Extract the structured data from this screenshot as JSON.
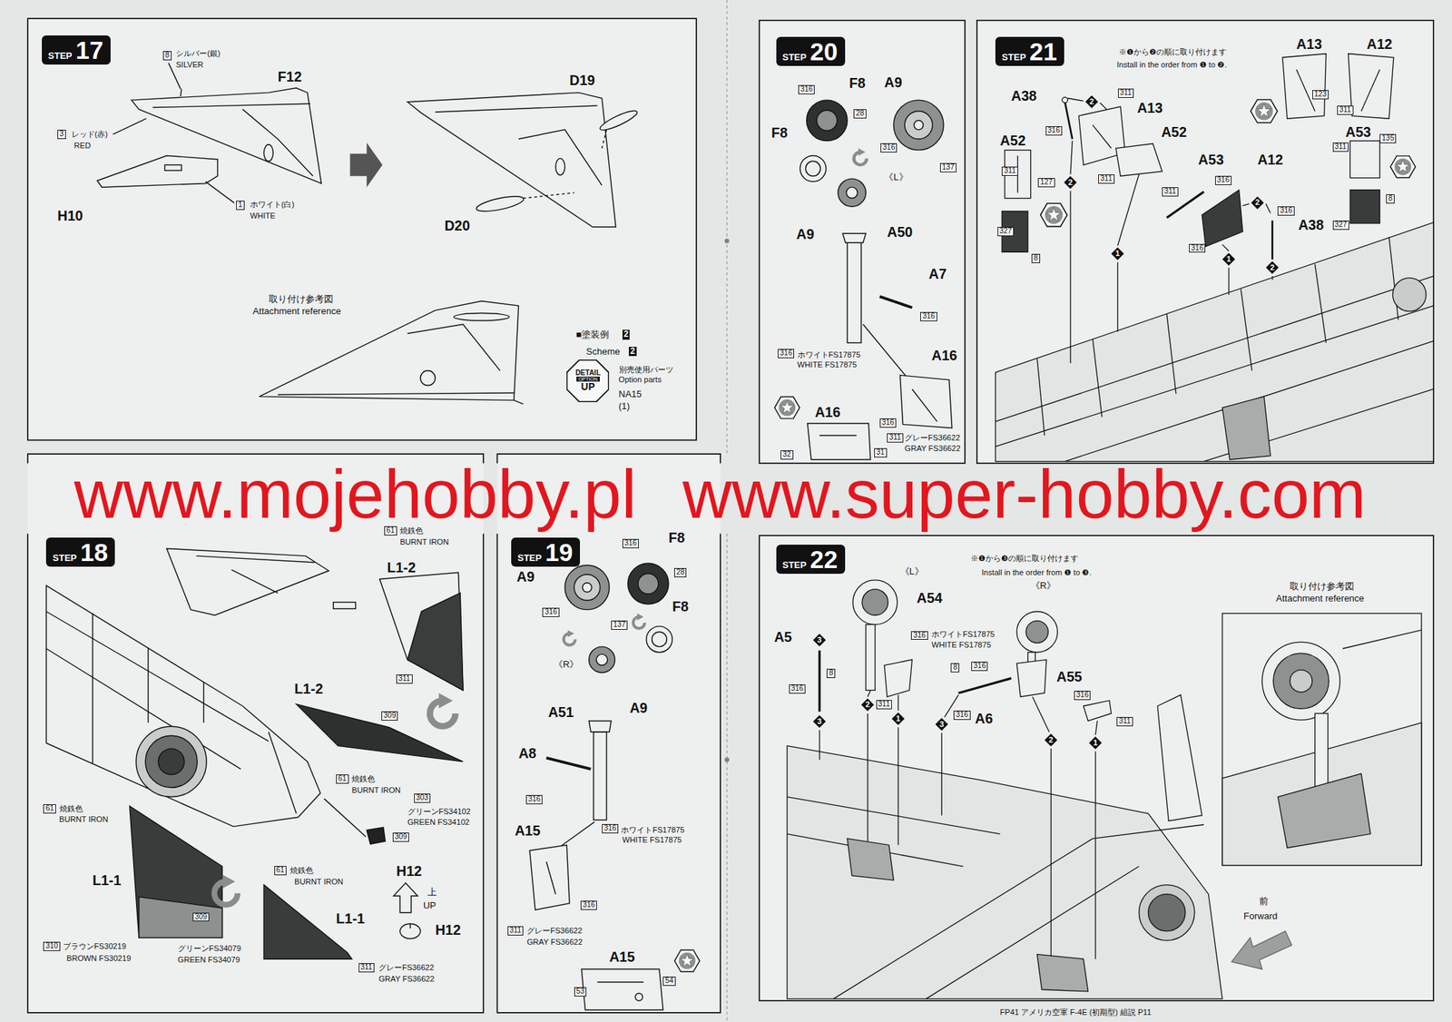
{
  "diagram": {
    "nodes": [
      {
        "text": [
          "STEP",
          "17"
        ]
      },
      {
        "text": [
          "DETAIL",
          "OPTION",
          "UP"
        ]
      },
      {
        "text": [
          "STEP",
          "20"
        ]
      },
      {
        "text": [
          "STEP",
          "21"
        ]
      },
      {
        "text": [
          "STEP",
          "18"
        ]
      },
      {
        "text": [
          "STEP",
          "19"
        ]
      },
      {
        "text": [
          "STEP",
          "22"
        ]
      }
    ],
    "labels": [
      "8",
      "シルバー(銀)",
      "SILVER",
      "F12",
      "3",
      "レッド(赤)",
      "RED",
      "H10",
      "1",
      "ホワイト(白)",
      "WHITE",
      "D19",
      "D20",
      "取り付け参考図",
      "Attachment reference",
      "■塗装例",
      "2",
      "Scheme",
      "2",
      "別売使用パーツ",
      "Option parts",
      "NA15",
      "(1)",
      "61",
      "焼鉄色",
      "BURNT IRON",
      "L1-2",
      "311",
      "L1-2",
      "309",
      "61",
      "焼鉄色",
      "BURNT IRON",
      "303",
      "グリーンFS34102",
      "GREEN FS34102",
      "309",
      "H12",
      "61",
      "焼鉄色",
      "BURNT IRON",
      "L1-1",
      "309",
      "61",
      "焼鉄色",
      "BURNT IRON",
      "L1-1",
      "上",
      "UP",
      "H12",
      "310",
      "ブラウンFS30219",
      "BROWN FS30219",
      "グリーンFS34079",
      "GREEN FS34079",
      "311",
      "グレーFS36622",
      "GRAY FS36622",
      "316",
      "F8",
      "A9",
      "28",
      "316",
      "F8",
      "137",
      "《R》",
      "A9",
      "A51",
      "A8",
      "316",
      "316",
      "ホワイトFS17875",
      "WHITE FS17875",
      "A15",
      "316",
      "311",
      "グレーFS36622",
      "GRAY FS36622",
      "A15",
      "53",
      "54",
      "316",
      "F8",
      "A9",
      "28",
      "F8",
      "316",
      "137",
      "《L》",
      "A9",
      "A50",
      "A7",
      "316",
      "316",
      "ホワイトFS17875",
      "WHITE FS17875",
      "A16",
      "A16",
      "316",
      "31",
      "32",
      "311",
      "グレーFS36622",
      "GRAY FS36622",
      "※❶から❷の順に取り付けます",
      "Install in the order from ❶ to ❷.",
      "A13",
      "A12",
      "A38",
      "2",
      "311",
      "A13",
      "316",
      "A52",
      "2",
      "311",
      "127",
      "327",
      "8",
      "A52",
      "311",
      "A53",
      "A12",
      "311",
      "316",
      "2",
      "316",
      "A38",
      "316",
      "1",
      "1",
      "2",
      "123",
      "311",
      "A53",
      "311",
      "135",
      "327",
      "8",
      "※❶から❸の順に取り付けます",
      "Install in the order from ❶ to ❸.",
      "取り付け参考図",
      "Attachment reference",
      "《L》",
      "A54",
      "《R》",
      "316",
      "ホワイトFS17875",
      "WHITE FS17875",
      "A5",
      "3",
      "8",
      "316",
      "2",
      "311",
      "1",
      "8",
      "316",
      "316",
      "A6",
      "3",
      "A55",
      "316",
      "311",
      "2",
      "1",
      "3",
      "前",
      "Forward",
      "FP41 アメリカ空軍 F-4E (初期型) 組説 P11",
      "www.mojehobby.pl www.super-hobby.com"
    ]
  }
}
